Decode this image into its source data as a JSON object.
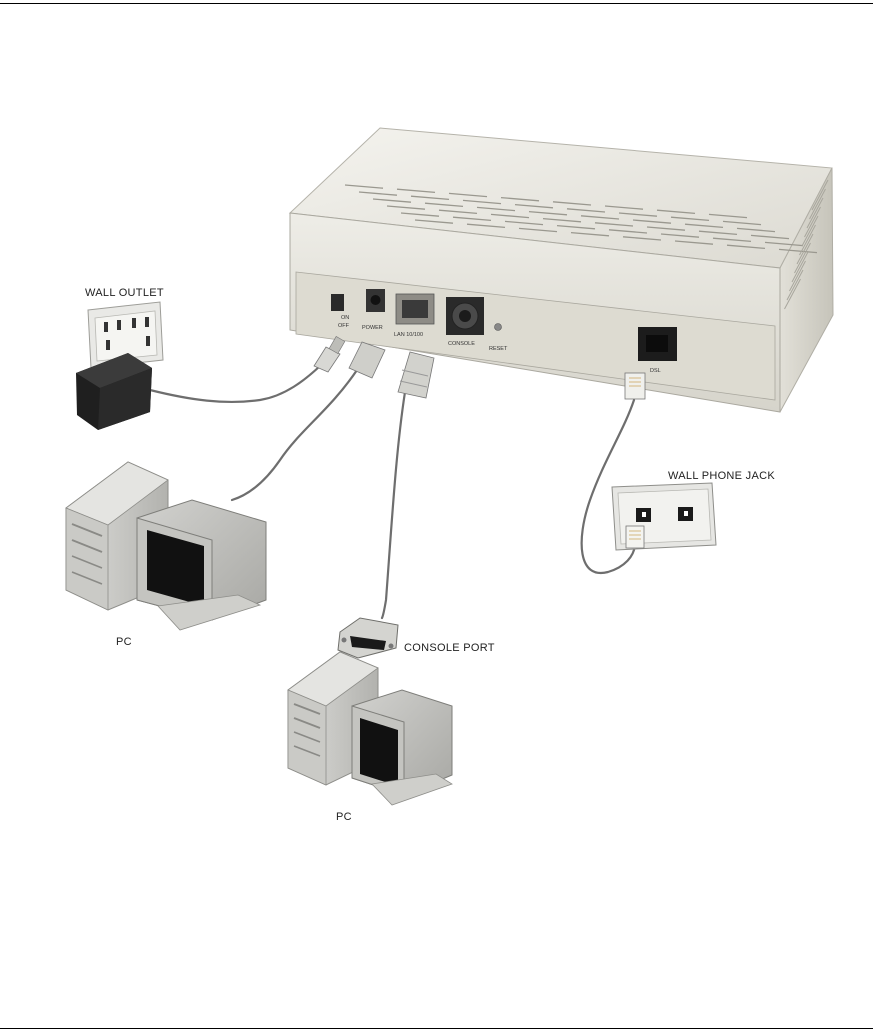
{
  "labels": {
    "wall_outlet": "WALL OUTLET",
    "wall_phone_jack": "WALL PHONE JACK",
    "console_port": "CONSOLE PORT",
    "pc_left": "PC",
    "pc_bottom": "PC"
  },
  "ports": {
    "onoff_on": "ON",
    "onoff_off": "OFF",
    "power": "POWER",
    "lan": "LAN 10/100",
    "console": "CONSOLE",
    "reset": "RESET",
    "dsl": "DSL"
  },
  "colors": {
    "device_body": "#ecebe4",
    "back_panel": "#dddbd1",
    "cable": "#6e6e6e",
    "screen": "#111111",
    "adapter": "#1f1f1f"
  }
}
